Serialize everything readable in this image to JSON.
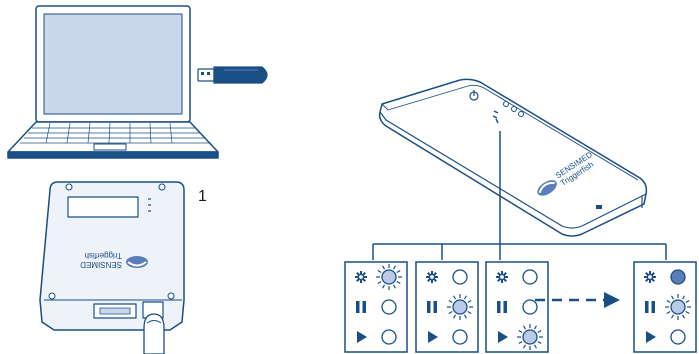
{
  "step_number": "1",
  "device_branding": {
    "brand": "SENSIMED",
    "product": "Triggerfish"
  },
  "indicator_rows": [
    "gear",
    "pause",
    "play"
  ],
  "panels": [
    {
      "states": [
        "blinking",
        "off",
        "off"
      ]
    },
    {
      "states": [
        "off",
        "blinking",
        "off"
      ]
    },
    {
      "states": [
        "off",
        "off",
        "blinking"
      ]
    },
    {
      "states": [
        "on",
        "blinking",
        "off"
      ]
    }
  ],
  "colors": {
    "line": "#1a4f86",
    "screen": "#c9d6ec",
    "device_fill": "#eef2f9",
    "led_lit": "#5a7fb8",
    "led_light": "#b9cbe6"
  }
}
